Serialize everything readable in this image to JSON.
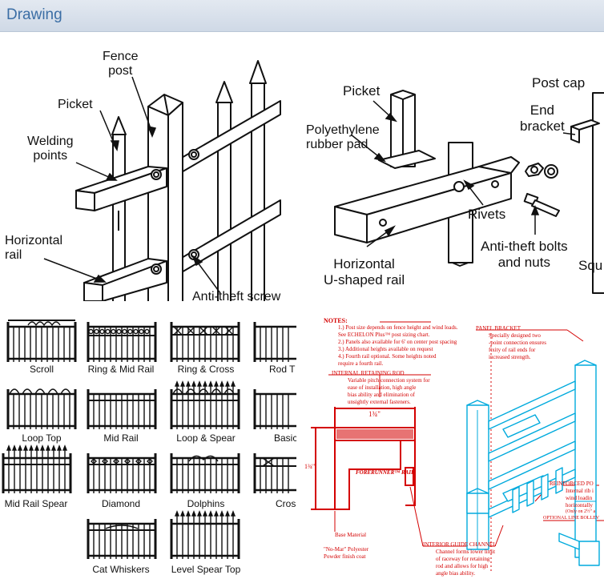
{
  "header": {
    "title": "Drawing"
  },
  "fence_diagram": {
    "labels": {
      "fence_post": "Fence\npost",
      "picket": "Picket",
      "welding_points": "Welding\npoints",
      "horizontal_rail": "Horizontal\nrail",
      "anti_theft_screw": "Anti-theft screw"
    }
  },
  "bracket_diagram": {
    "labels": {
      "picket": "Picket",
      "polyethylene": "Polyethylene\nrubber pad",
      "post_cap": "Post cap",
      "end_bracket": "End\nbracket",
      "rivets": "Rivets",
      "anti_theft_bolts": "Anti-theft bolts\nand nuts",
      "horizontal_u": "Horizontal\nU-shaped rail",
      "squ": "Squ"
    }
  },
  "styles": {
    "items": [
      "Scroll",
      "Ring & Mid Rail",
      "Ring & Cross",
      "Rod T",
      "Loop Top",
      "Mid Rail",
      "Loop & Spear",
      "Basic",
      "Mid Rail Spear",
      "Diamond",
      "Dolphins",
      "Cros",
      "Cat Whiskers",
      "Level Spear Top"
    ]
  },
  "tech_drawing": {
    "notes_title": "NOTES:",
    "notes": [
      "1.) Post size depends on fence height and wind loads.",
      "     See ECHELON Plus™ post sizing chart.",
      "2.) Panels also available for 6' on center post spacing",
      "3.) Additional heights available on request",
      "4.) Fourth rail optional.  Some heights noted",
      "     require a fourth rail."
    ],
    "panel_bracket": {
      "title": "PANEL BRACKET",
      "text": [
        "Specially designed two",
        "-point connection ensures",
        "fixity of rail ends for",
        "increased strength."
      ]
    },
    "internal_rod": {
      "title": "INTERNAL RETAINING ROD",
      "text": [
        "Variable pitch connection system for",
        "ease of installation, high angle",
        "bias ability and elimination of",
        "unsightly external fasteners."
      ]
    },
    "dim_top": "1¾\"",
    "dim_side": "1¾\"",
    "rail_name": "FORERUNNER™ RAIL",
    "base_material": "Base Material",
    "no_mar": [
      "\"No-Mar\" Polyester",
      "Powder finish coat"
    ],
    "guide_channel": {
      "title": "INTERIOR GUIDE CHANNEL",
      "text": [
        "Channel forms lower limit",
        "of raceway for retaining",
        "rod and allows for high",
        "angle bias ability."
      ]
    },
    "reinforced": {
      "title": "REINFORCED PO",
      "text": [
        "Internal rib i",
        "wind loadin",
        "horizontally",
        "(Only on 2½\" a"
      ]
    },
    "optional_line": "OPTIONAL LINE BOLLEV"
  }
}
